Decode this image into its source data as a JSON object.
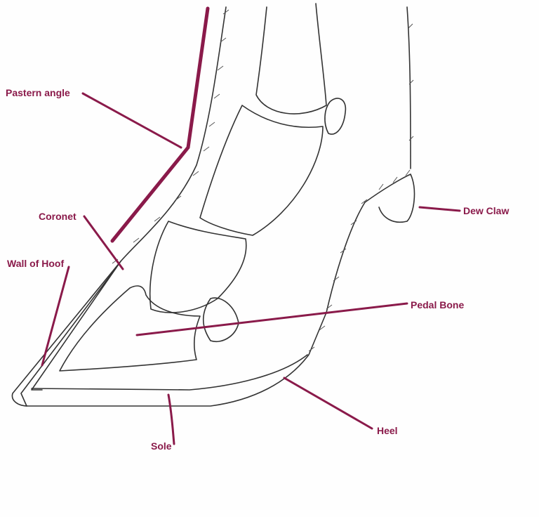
{
  "title": "Horse hoof anatomy diagram",
  "accent_color": "#8a1a4a",
  "labels": {
    "pastern_angle": "Pastern angle",
    "coronet": "Coronet",
    "wall_of_hoof": "Wall of Hoof",
    "dew_claw": "Dew Claw",
    "pedal_bone": "Pedal Bone",
    "heel": "Heel",
    "sole": "Sole"
  }
}
